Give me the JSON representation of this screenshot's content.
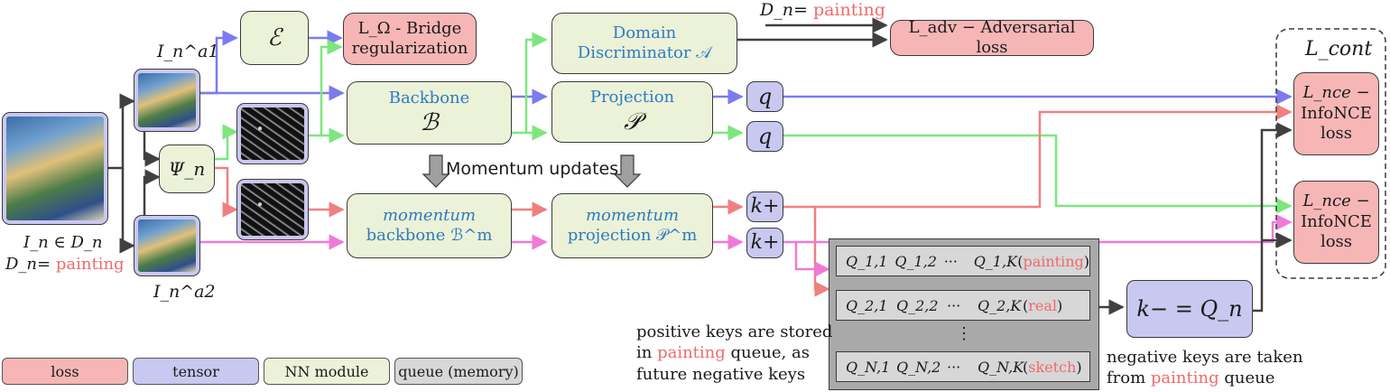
{
  "input": {
    "image_label": "I_n ∈ D_n",
    "domain_prefix": "D_n=",
    "domain_value": "painting",
    "aug1_label": "I_n^a1",
    "aug2_label": "I_n^a2"
  },
  "modules": {
    "encoder": "ℰ",
    "psi": "Ψ_n",
    "backbone_title": "Backbone",
    "backbone_symbol": "ℬ",
    "momentum_backbone_title": "momentum",
    "momentum_backbone_line2": "backbone ℬ^m",
    "projection_title": "Projection",
    "projection_symbol": "𝒫",
    "momentum_projection_title": "momentum",
    "momentum_projection_line2": "projection 𝒫^m",
    "discriminator_title": "Domain",
    "discriminator_line2": "Discriminator 𝒜",
    "momentum_updates": "Momentum updates"
  },
  "tensors": {
    "q1": "q",
    "q2": "q",
    "k1": "k+",
    "k2": "k+",
    "kneg": "k− = Q_n"
  },
  "losses": {
    "bridge_line1": "L_Ω - Bridge",
    "bridge_line2": "regularization",
    "adv": "L_adv − Adversarial loss",
    "adv_domain_prefix": "D_n=",
    "adv_domain_value": "painting",
    "cont_label": "L_cont",
    "nce1_line1": "L_nce −",
    "nce1_line2": "InfoNCE",
    "nce1_line3": "loss",
    "nce2_line1": "L_nce −",
    "nce2_line2": "InfoNCE",
    "nce2_line3": "loss"
  },
  "queue": {
    "rows": [
      {
        "c1": "Q_1,1",
        "c2": "Q_1,2",
        "dots": "···",
        "c3": "Q_1,K",
        "domain": "painting"
      },
      {
        "c1": "Q_2,1",
        "c2": "Q_2,2",
        "dots": "···",
        "c3": "Q_2,K",
        "domain": "real"
      },
      {
        "c1": "Q_N,1",
        "c2": "Q_N,2",
        "dots": "···",
        "c3": "Q_N,K",
        "domain": "sketch"
      }
    ],
    "vdots": "⋮"
  },
  "notes": {
    "positive_line1": "positive keys are stored",
    "positive_line2_pre": "in ",
    "positive_line2_red": "painting",
    "positive_line2_post": " queue, as",
    "positive_line3": "future negative keys",
    "negative_line1": "negative keys are taken",
    "negative_line2_pre": "from ",
    "negative_line2_red": "painting",
    "negative_line2_post": " queue"
  },
  "legend": {
    "loss": "loss",
    "tensor": "tensor",
    "nn": "NN module",
    "queue": "queue (memory)"
  },
  "colors": {
    "loss": "#f7b6b6",
    "tensor": "#c8c8f0",
    "nn": "#ebf2d8",
    "queue": "#d7d7d7",
    "arrow_blue": "#7b7bee",
    "arrow_green": "#7ee67e",
    "arrow_red": "#f08080",
    "arrow_pink": "#f07ad8",
    "arrow_dark": "#404040",
    "text_blue": "#2f7bc0",
    "text_red": "#f06a6a"
  }
}
